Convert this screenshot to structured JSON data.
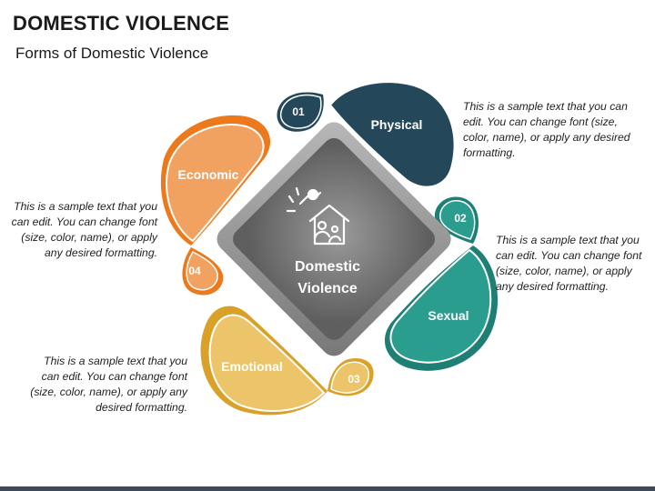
{
  "title": "DOMESTIC VIOLENCE",
  "subtitle": "Forms of Domestic Violence",
  "center": {
    "line1": "Domestic",
    "line2": "Violence",
    "icon": "family-home-protection-icon"
  },
  "items": [
    {
      "number": "01",
      "label": "Physical",
      "color": "#24485a",
      "description": "This is a sample text that you can edit. You can change font (size, color, name), or apply any desired formatting."
    },
    {
      "number": "02",
      "label": "Sexual",
      "color": "#2a9d8f",
      "description": "This is a sample text that you can edit. You can change font (size, color, name), or apply any desired formatting."
    },
    {
      "number": "03",
      "label": "Emotional",
      "color": "#e6b84f",
      "description": "This is a sample text that you can edit. You can change font (size, color, name), or apply any desired formatting."
    },
    {
      "number": "04",
      "label": "Economic",
      "color": "#f2a260",
      "description": "This is a sample text that you can edit. You can change font (size, color, name), or apply any desired formatting."
    }
  ],
  "colors": {
    "physical_outline": "#24485a",
    "sexual_outline": "#1f7f74",
    "emotional_outline": "#d9a128",
    "economic_outline": "#ec7a1c",
    "diamond_outer": "#8a8a8a",
    "diamond_inner": "#6e6e6e"
  }
}
